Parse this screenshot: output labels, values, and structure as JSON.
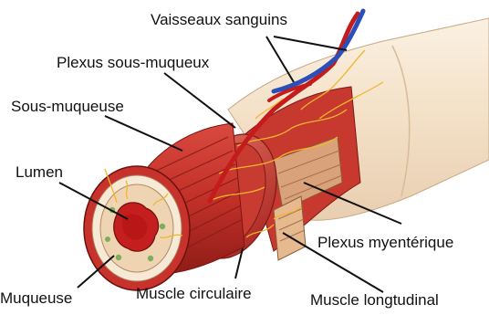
{
  "labels": {
    "vaisseaux": "Vaisseaux sanguins",
    "plexus_sous_muqueux": "Plexus sous-muqueux",
    "sous_muqueuse": "Sous-muqueuse",
    "lumen": "Lumen",
    "plexus_myenterique": "Plexus myentérique",
    "muqueuse": "Muqueuse",
    "muscle_circulaire": "Muscle circulaire",
    "muscle_longitudinal": "Muscle longtudinal"
  },
  "colors": {
    "muscle_red": "#c8322c",
    "muscle_dark": "#8e1d1a",
    "outer_tube": "#f6e6cf",
    "nerve_yellow": "#f2b62c",
    "vein_blue": "#2b4fb8",
    "artery_red": "#c41c1c",
    "mucosa": "#f4dcc0"
  }
}
